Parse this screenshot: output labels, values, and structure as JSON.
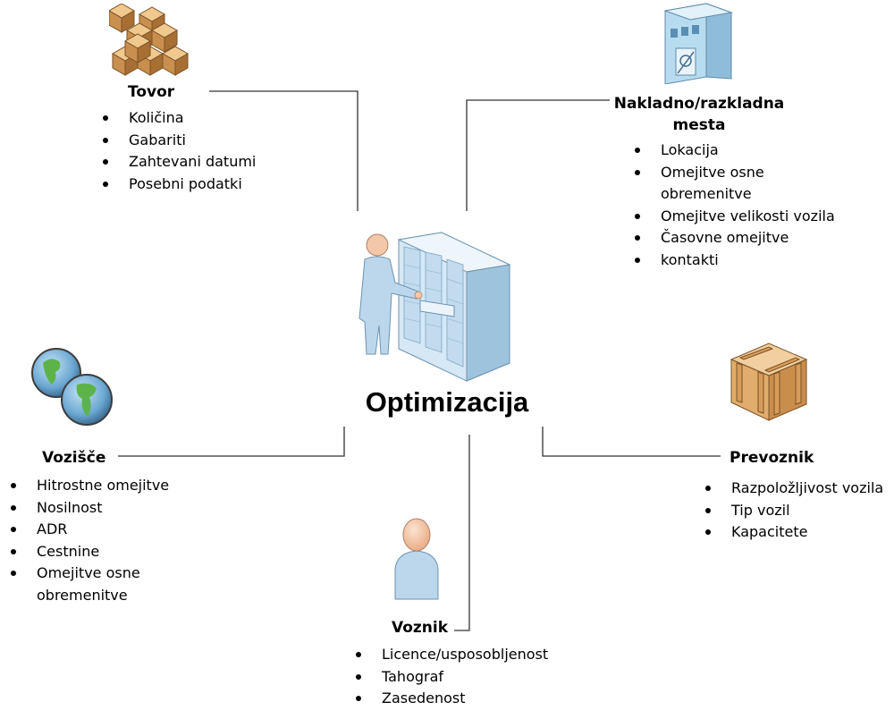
{
  "center": {
    "title": "Optimizacija"
  },
  "tovor": {
    "title": "Tovor",
    "items": [
      "Količina",
      "Gabariti",
      "Zahtevani datumi",
      "Posebni podatki"
    ]
  },
  "nakladno": {
    "title_line1": "Nakladno/razkladna",
    "title_line2": "mesta",
    "items": [
      "Lokacija",
      "Omejitve osne",
      "obremenitve",
      "Omejitve velikosti vozila",
      "Časovne omejitve",
      "kontakti"
    ]
  },
  "vozisce": {
    "title": "Vozišče",
    "items": [
      "Hitrostne omejitve",
      "Nosilnost",
      "ADR",
      "Cestnine",
      "Omejitve osne",
      "obremenitve"
    ]
  },
  "prevoznik": {
    "title": "Prevoznik",
    "items": [
      "Razpoložljivost vozila",
      "Tip vozil",
      "Kapacitete"
    ]
  },
  "voznik": {
    "title": "Voznik",
    "items": [
      "Licence/usposobljenost",
      "Tahograf",
      "Zasedenost"
    ]
  },
  "icons": {
    "tovor": "boxes-stack-icon",
    "nakladno": "warehouse-building-icon",
    "center": "server-rack-with-person-icon",
    "vozisce": "globes-icon",
    "prevoznik": "wooden-crate-icon",
    "voznik": "person-icon"
  },
  "colors": {
    "line": "#333333",
    "box": "#d9a464",
    "server": "#c7dff2",
    "person": "#bcd6ec",
    "skin": "#f3c8a8"
  }
}
